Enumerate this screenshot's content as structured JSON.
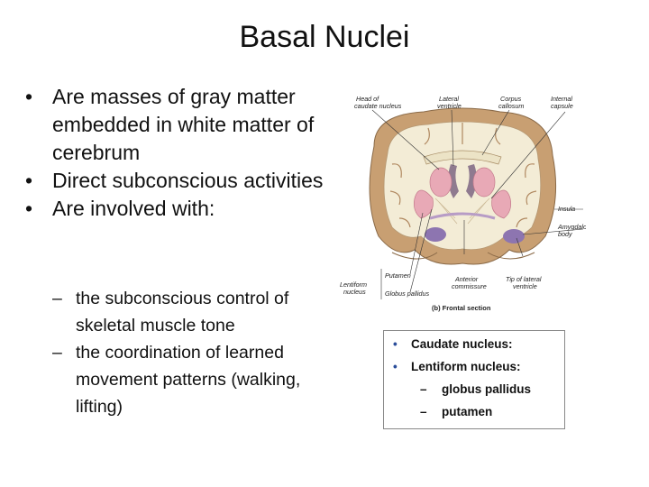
{
  "slide": {
    "title": "Basal Nuclei",
    "bullets": [
      "Are masses of gray matter embedded in white matter of cerebrum",
      "Direct subconscious activities",
      "Are involved with:"
    ],
    "sub_bullets": [
      "the subconscious control of skeletal muscle tone",
      "the coordination of learned movement patterns (walking, lifting)"
    ]
  },
  "figure": {
    "labels": {
      "head_caudate": [
        "Head of",
        "caudate nucleus"
      ],
      "lateral_ventricle": [
        "Lateral",
        "ventricle"
      ],
      "corpus_callosum": [
        "Corpus",
        "callosum"
      ],
      "internal_capsule": [
        "Internal",
        "capsule"
      ],
      "insula": "Insula",
      "amygdaloid": [
        "Amygdaloid",
        "body"
      ],
      "putamen": "Putamen",
      "lentiform": [
        "Lentiform",
        "nucleus"
      ],
      "globus_pallidus": "Globus pallidus",
      "anterior_commissure": [
        "Anterior",
        "commissure"
      ],
      "tip_lateral_ventricle": [
        "Tip of lateral",
        "ventricle"
      ],
      "caption": "(b) Frontal section"
    }
  },
  "legend": {
    "items": [
      "Caudate nucleus:",
      "Lentiform nucleus:"
    ],
    "subitems": [
      "globus pallidus",
      "putamen"
    ]
  },
  "colors": {
    "cortex": "#c89f72",
    "white_matter": "#f3ecd6",
    "caudate": "#e8a9b6",
    "purple": "#8d75b0",
    "legend_bullet": "#2a4d9a"
  }
}
